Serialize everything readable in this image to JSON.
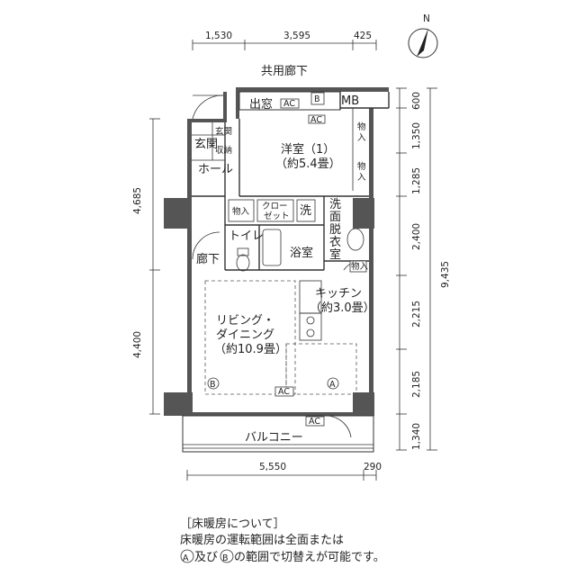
{
  "north": "N",
  "top_dims": [
    "1,530",
    "3,595",
    "425"
  ],
  "bottom_dims": [
    "5,550",
    "290"
  ],
  "left_dims": [
    "4,685",
    "4,400"
  ],
  "right_dims": [
    "600",
    "1,350",
    "1,285",
    "2,400",
    "2,215",
    "2,185",
    "1,340"
  ],
  "right_total": "9,435",
  "corridor": "共用廊下",
  "rooms": {
    "window": "出窓",
    "mb": "MB",
    "b": "B",
    "genkan": "玄関",
    "genkan_storage": [
      "玄関",
      "収納"
    ],
    "hall": "ホール",
    "western_name": "洋室（1）",
    "western_size": "（約5.4畳）",
    "storage_monoire": [
      "物",
      "入"
    ],
    "storage": "物入",
    "closet": [
      "クロー",
      "ゼット"
    ],
    "wash": "洗",
    "dressing": [
      "洗",
      "面",
      "脱",
      "衣",
      "室"
    ],
    "toilet": "トイレ",
    "bath": "浴室",
    "hallway": "廊下",
    "kitchen": "キッチン",
    "kitchen_size": "（約3.0畳）",
    "living": [
      "リビング・",
      "ダイニング",
      "（約10.9畳）"
    ],
    "balcony": "バルコニー",
    "ac": "AC",
    "zone_a": "A",
    "zone_b": "B"
  },
  "note": {
    "title": "［床暖房について］",
    "line1": "床暖房の運転範囲は全面または",
    "line2_a": "A",
    "line2_mid": "及び",
    "line2_b": "B",
    "line2_rest": "の範囲で切替えが可能です。"
  }
}
